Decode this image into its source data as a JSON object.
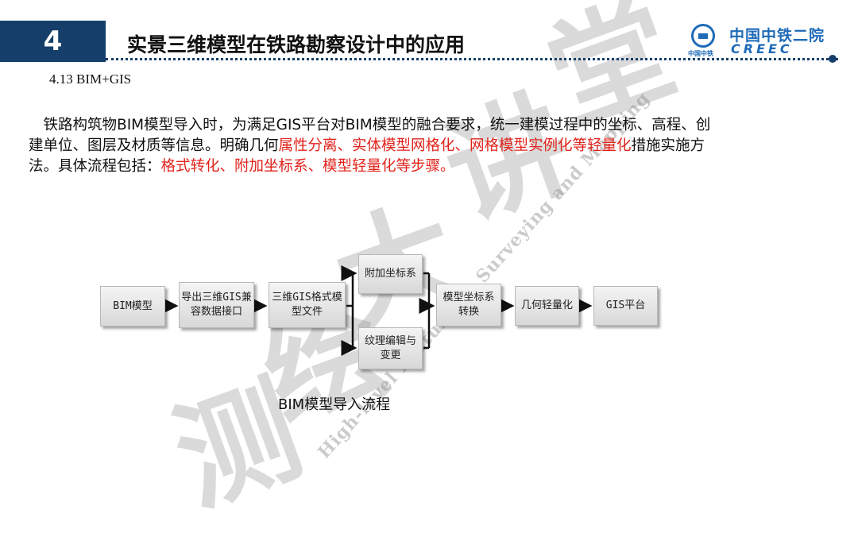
{
  "header": {
    "section_number": "4",
    "title": "实景三维模型在铁路勘察设计中的应用",
    "logo_cn": "中国中铁二院",
    "logo_en": "CREEC",
    "logo_small": "中国中铁"
  },
  "section_label": "4.13 BIM+GIS",
  "paragraph": {
    "part1": "铁路构筑物BIM模型导入时，为满足GIS平台对BIM模型的融合要求，统一建模过程中的坐标、高程、创建单位、图层及材质等信息。明确几何",
    "red1": "属性分离、实体模型网格化、网格模型实例化等轻量化",
    "part2": "措施实施方法。具体流程包括：",
    "red2": "格式转化、附加坐标系、模型轻量化等步骤。"
  },
  "flow": {
    "step1": "BIM模型",
    "step2": "导出三维GIS兼容数据接口",
    "step3": "三维GIS格式模型文件",
    "step4a": "附加坐标系",
    "step4b": "纹理编辑与变更",
    "step5": "模型坐标系转换",
    "step6": "几何轻量化",
    "step7": "GIS平台"
  },
  "caption": "BIM模型导入流程",
  "watermark": {
    "calligraphy": [
      "测",
      "绘",
      "大",
      "讲",
      "堂"
    ],
    "english": "High-level Lecture on Surveying and Mapping"
  }
}
